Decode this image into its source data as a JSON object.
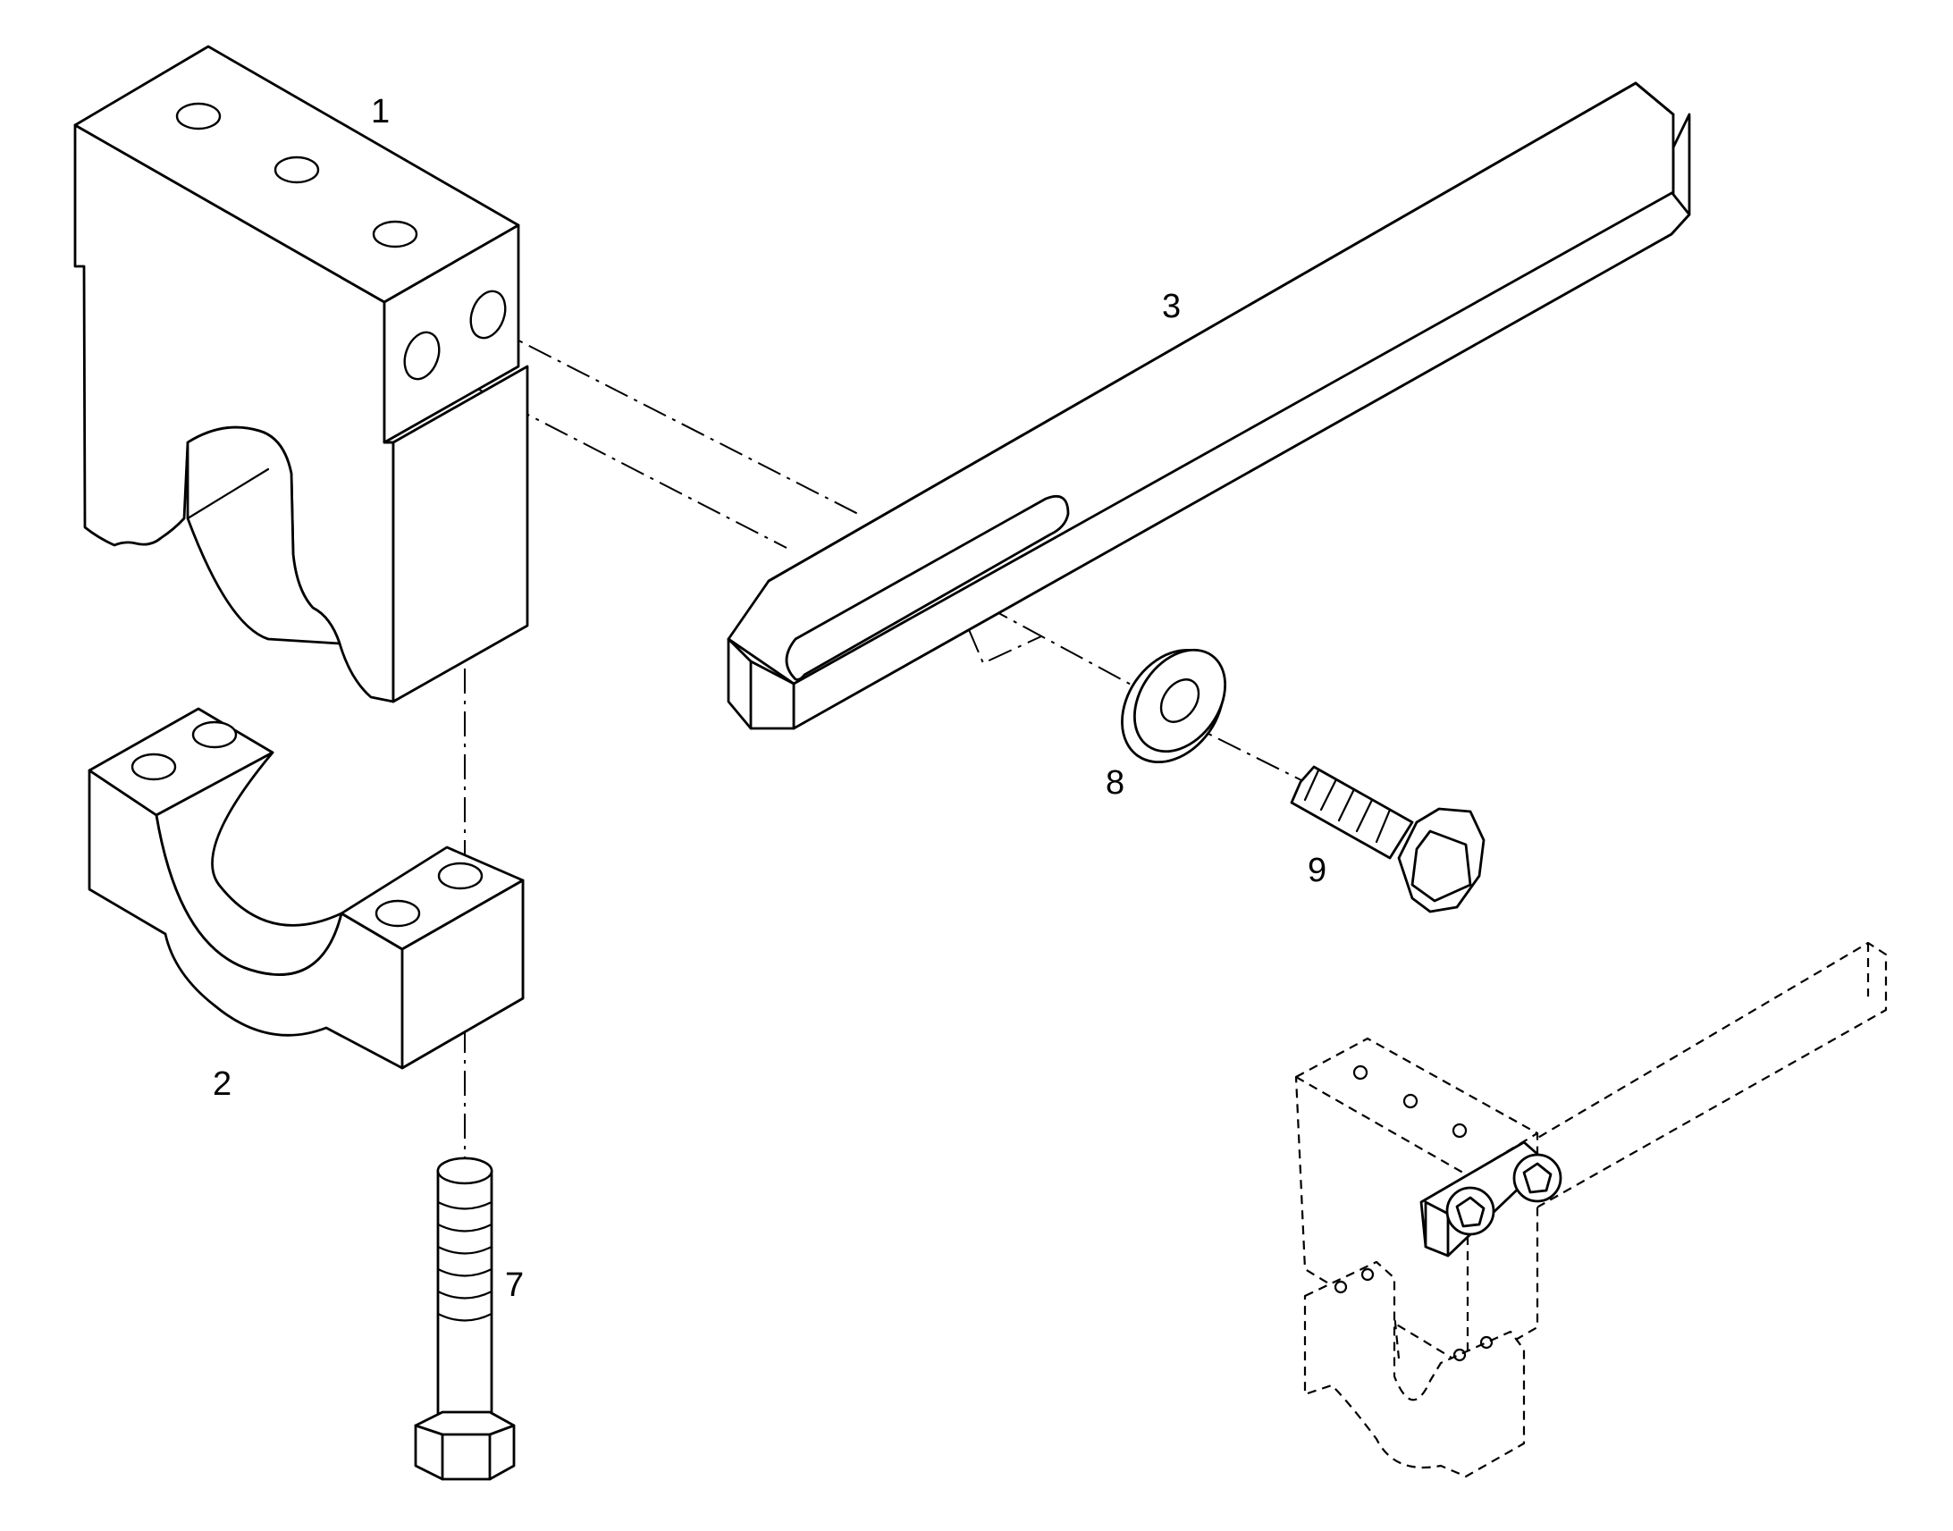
{
  "callouts": {
    "part_1": "1",
    "part_2": "2",
    "part_3": "3",
    "part_7": "7",
    "part_8": "8",
    "part_9": "9"
  }
}
